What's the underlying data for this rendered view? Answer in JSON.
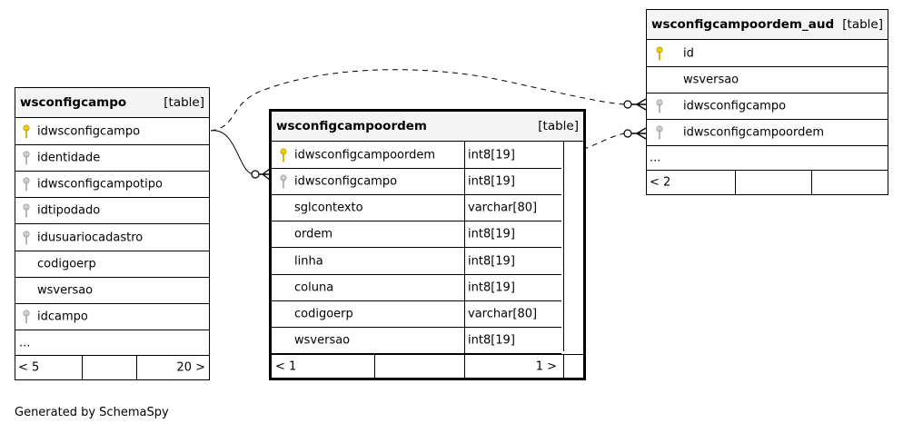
{
  "tables": {
    "wsconfigcampo": {
      "name": "wsconfigcampo",
      "kind": "[table]",
      "columns": [
        "idwsconfigcampo",
        "identidade",
        "idwsconfigcampotipo",
        "idtipodado",
        "idusuariocadastro",
        "codigoerp",
        "wsversao",
        "idcampo"
      ],
      "ellipsis": "...",
      "nav_prev": "< 5",
      "nav_next": "20 >"
    },
    "wsconfigcampoordem": {
      "name": "wsconfigcampoordem",
      "kind": "[table]",
      "columns": [
        {
          "name": "idwsconfigcampoordem",
          "type": "int8[19]"
        },
        {
          "name": "idwsconfigcampo",
          "type": "int8[19]"
        },
        {
          "name": "sglcontexto",
          "type": "varchar[80]"
        },
        {
          "name": "ordem",
          "type": "int8[19]"
        },
        {
          "name": "linha",
          "type": "int8[19]"
        },
        {
          "name": "coluna",
          "type": "int8[19]"
        },
        {
          "name": "codigoerp",
          "type": "varchar[80]"
        },
        {
          "name": "wsversao",
          "type": "int8[19]"
        }
      ],
      "nav_prev": "< 1",
      "nav_next": "1 >"
    },
    "wsconfigcampoordem_aud": {
      "name": "wsconfigcampoordem_aud",
      "kind": "[table]",
      "columns": [
        "id",
        "wsversao",
        "idwsconfigcampo",
        "idwsconfigcampoordem"
      ],
      "ellipsis": "...",
      "nav_prev": "< 2"
    }
  },
  "key_icons": {
    "primary": "primary-key-icon",
    "foreign": "foreign-key-icon",
    "primary_color": "#f0d000",
    "foreign_color": "#a8a8a8"
  },
  "footer": "Generated by SchemaSpy"
}
